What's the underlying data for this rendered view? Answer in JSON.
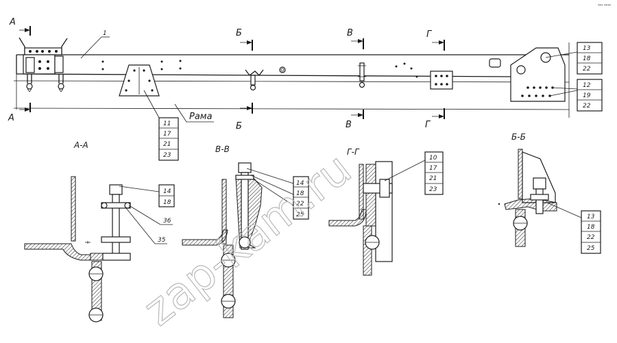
{
  "watermark": "zap-kam.ru",
  "corner_mark": "*** ****",
  "main_view": {
    "frame_label": "1",
    "frame_name": "Рама",
    "cut_letters": {
      "a": "А",
      "b": "Б",
      "v": "В",
      "g": "Г"
    }
  },
  "sections": {
    "a_a": "А-А",
    "v_v": "В-В",
    "g_g": "Г-Г",
    "b_b": "Б-Б"
  },
  "callouts": {
    "top_right_upper": [
      "13",
      "18",
      "22"
    ],
    "top_right_lower": [
      "12",
      "19",
      "22"
    ],
    "bottom_plate": [
      "11",
      "17",
      "21",
      "23"
    ],
    "aa_upper": [
      "14",
      "18"
    ],
    "aa_36": "36",
    "aa_35": "35",
    "vv": [
      "14",
      "18",
      "22",
      "25"
    ],
    "gg": [
      "10",
      "17",
      "21",
      "23"
    ],
    "bb": [
      "13",
      "18",
      "22",
      "25"
    ]
  }
}
